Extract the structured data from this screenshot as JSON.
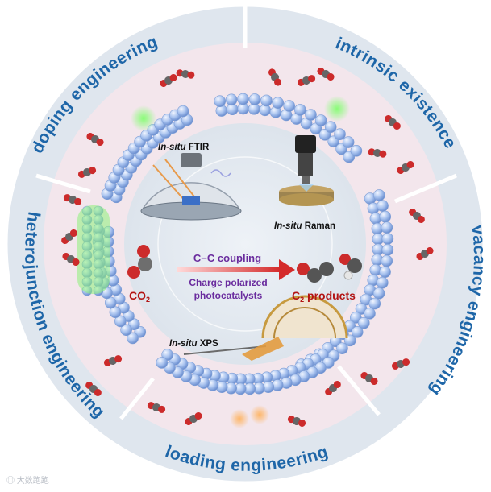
{
  "colors": {
    "ring_text": "#1e66a8",
    "outer_ring": "#dfe6ee",
    "inner_panel": "#f3e6ec",
    "center_disk": "#e3e9f0",
    "arrow": "#d42a2a",
    "cc_text": "#6a2c9e",
    "product_text": "#b31414",
    "atom_blue": "#8fb2ea"
  },
  "segments": {
    "top_left": "doping engineering",
    "top_right": "intrinsic existence",
    "right": "vacancy engineering",
    "bottom": "loading engineering",
    "left": "heterojunction engineering"
  },
  "center": {
    "ftir_prefix": "In-situ",
    "ftir_suffix": " FTIR",
    "raman_prefix": "In-situ",
    "raman_suffix": " Raman",
    "xps_prefix": "In-situ",
    "xps_suffix": " XPS",
    "cc_coupling": "C−C coupling",
    "charge_line1": "Charge polarized",
    "charge_line2": "photocatalysts",
    "co2_text": "CO",
    "co2_sub": "2",
    "c2_text": "C",
    "c2_sub": "2",
    "c2_rest": " products"
  },
  "watermark": "大数跑跑",
  "icons": [
    "ftir-instrument-icon",
    "raman-microscope-icon",
    "xps-instrument-icon",
    "co2-molecule-icon",
    "c2-molecule-icon",
    "reaction-arrow-icon",
    "atomic-chain-icon",
    "watermark-logo-icon"
  ]
}
